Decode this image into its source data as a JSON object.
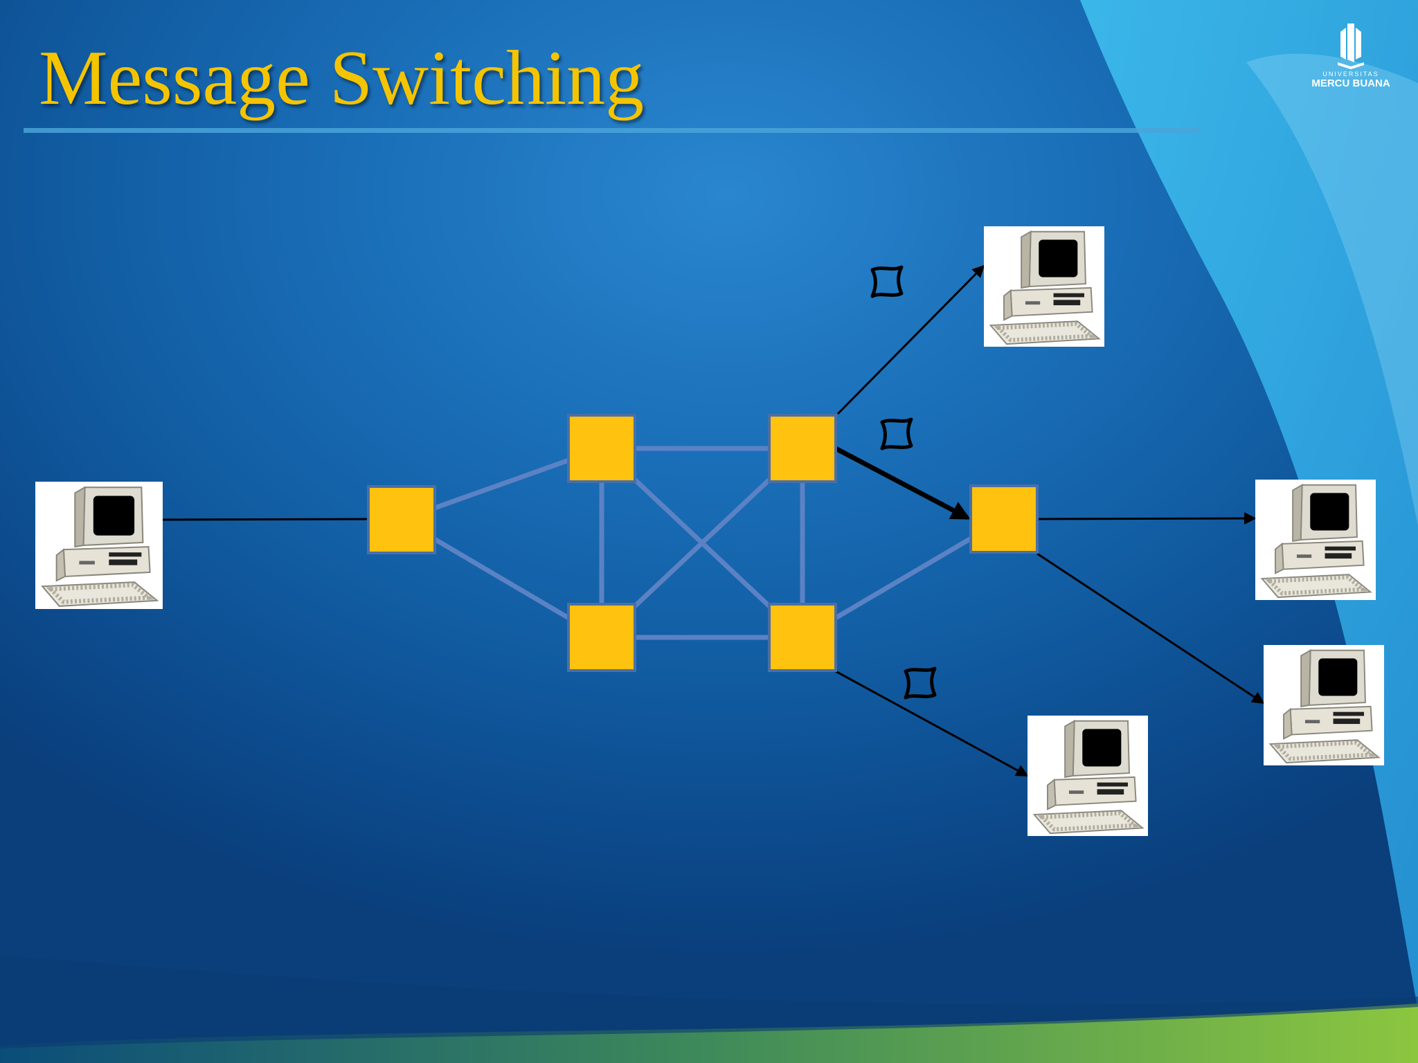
{
  "slide": {
    "title": "Message Switching",
    "logo": {
      "top_line": "UNIVERSITAS",
      "name": "MERCU BUANA",
      "icon": "university-emblem-icon"
    },
    "colors": {
      "title": "#f5c400",
      "node_fill": "#ffc20e",
      "mesh_link": "#5b82c4",
      "arrow": "#000000",
      "background_main": "#1565b0",
      "accent_right": "#33b8ee",
      "accent_bottom": "#7bc142"
    }
  },
  "diagram": {
    "nodes": [
      {
        "id": "n1",
        "role": "entry-switch"
      },
      {
        "id": "n2",
        "role": "switch-top-left"
      },
      {
        "id": "n3",
        "role": "switch-top-right"
      },
      {
        "id": "n4",
        "role": "switch-bottom-left"
      },
      {
        "id": "n5",
        "role": "switch-bottom-right"
      },
      {
        "id": "n6",
        "role": "exit-switch"
      }
    ],
    "computers": [
      {
        "id": "pc-src",
        "role": "source",
        "icon": "desktop-computer-icon"
      },
      {
        "id": "pc-a",
        "role": "destination",
        "icon": "desktop-computer-icon"
      },
      {
        "id": "pc-b",
        "role": "destination",
        "icon": "desktop-computer-icon"
      },
      {
        "id": "pc-c",
        "role": "destination",
        "icon": "desktop-computer-icon"
      },
      {
        "id": "pc-d",
        "role": "destination",
        "icon": "desktop-computer-icon"
      }
    ],
    "mesh_links": [
      [
        "n1",
        "n2"
      ],
      [
        "n1",
        "n4"
      ],
      [
        "n2",
        "n3"
      ],
      [
        "n4",
        "n5"
      ],
      [
        "n2",
        "n4"
      ],
      [
        "n3",
        "n5"
      ],
      [
        "n2",
        "n5"
      ],
      [
        "n4",
        "n3"
      ],
      [
        "n5",
        "n6"
      ]
    ],
    "flows": [
      {
        "from": "pc-src",
        "to": "n1",
        "arrow": false
      },
      {
        "from": "n3",
        "to": "pc-a",
        "arrow": true,
        "message": true
      },
      {
        "from": "n3",
        "to": "n6",
        "arrow": true,
        "message": true,
        "bold": true
      },
      {
        "from": "n6",
        "to": "pc-b",
        "arrow": true
      },
      {
        "from": "n6",
        "to": "pc-c",
        "arrow": true
      },
      {
        "from": "n5",
        "to": "pc-d",
        "arrow": true,
        "message": true
      }
    ],
    "message_icon": "message-scroll-icon"
  }
}
